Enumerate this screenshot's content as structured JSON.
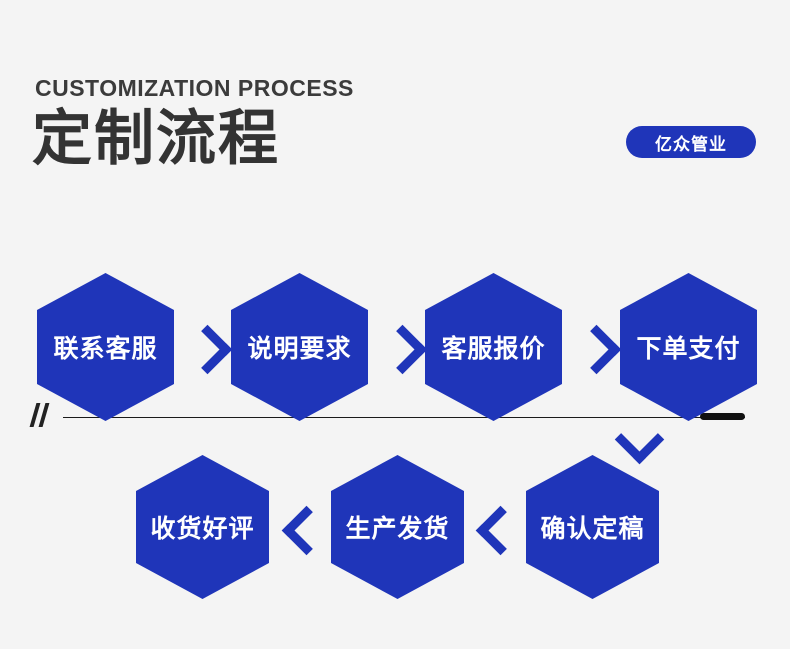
{
  "header": {
    "eyebrow": "CUSTOMIZATION PROCESS",
    "title": "定制流程",
    "brand_badge": "亿众管业"
  },
  "divider": {
    "slash_mark": "//"
  },
  "colors": {
    "background": "#f4f4f4",
    "brand_blue": "#1f35b9",
    "title_dark": "#333333",
    "divider_dark": "#111111",
    "text_on_blue": "#ffffff"
  },
  "flow": {
    "row1": [
      {
        "label": "联系客服"
      },
      {
        "label": "说明要求"
      },
      {
        "label": "客服报价"
      },
      {
        "label": "下单支付"
      }
    ],
    "row2": [
      {
        "label": "确认定稿"
      },
      {
        "label": "生产发货"
      },
      {
        "label": "收货好评"
      }
    ],
    "connectors": {
      "right": "chevron-right",
      "left": "chevron-left",
      "turn": "chevron-down-left"
    }
  }
}
